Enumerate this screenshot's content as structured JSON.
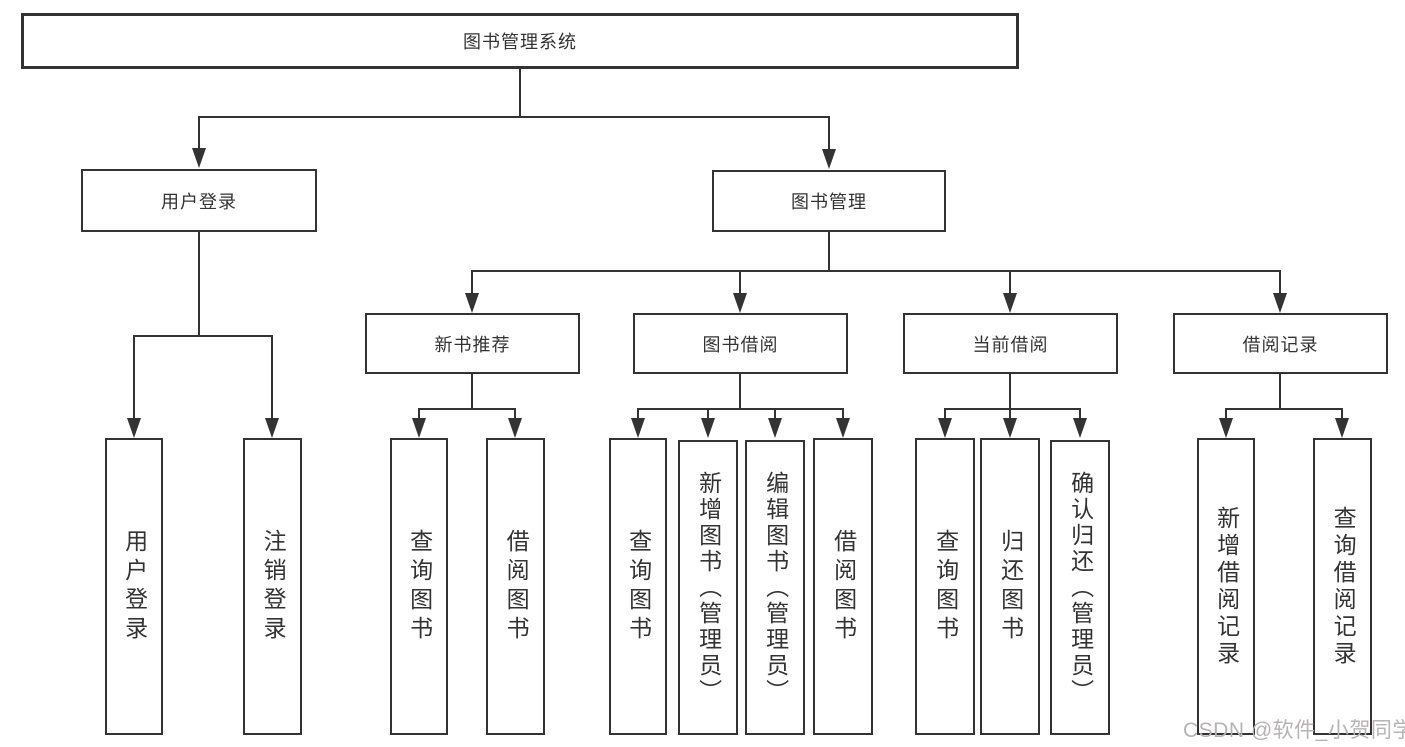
{
  "diagram": {
    "root": "图书管理系统",
    "level2": [
      "用户登录",
      "图书管理"
    ],
    "level3": [
      "新书推荐",
      "图书借阅",
      "当前借阅",
      "借阅记录"
    ],
    "leaves": {
      "user_login": [
        "用户登录",
        "注销登录"
      ],
      "new_book_recommend": [
        "查询图书",
        "借阅图书"
      ],
      "book_borrow": [
        "查询图书",
        "新增图书（管理员）",
        "编辑图书（管理员）",
        "借阅图书"
      ],
      "current_borrow": [
        "查询图书",
        "归还图书",
        "确认归还（管理员）"
      ],
      "borrow_record": [
        "新增借阅记录",
        "查询借阅记录"
      ]
    }
  },
  "watermark": "CSDN @软件_小贺同学",
  "colors": {
    "line": "#333333",
    "text": "#333333",
    "watermark": "#b6b3b3",
    "background": "#ffffff"
  }
}
